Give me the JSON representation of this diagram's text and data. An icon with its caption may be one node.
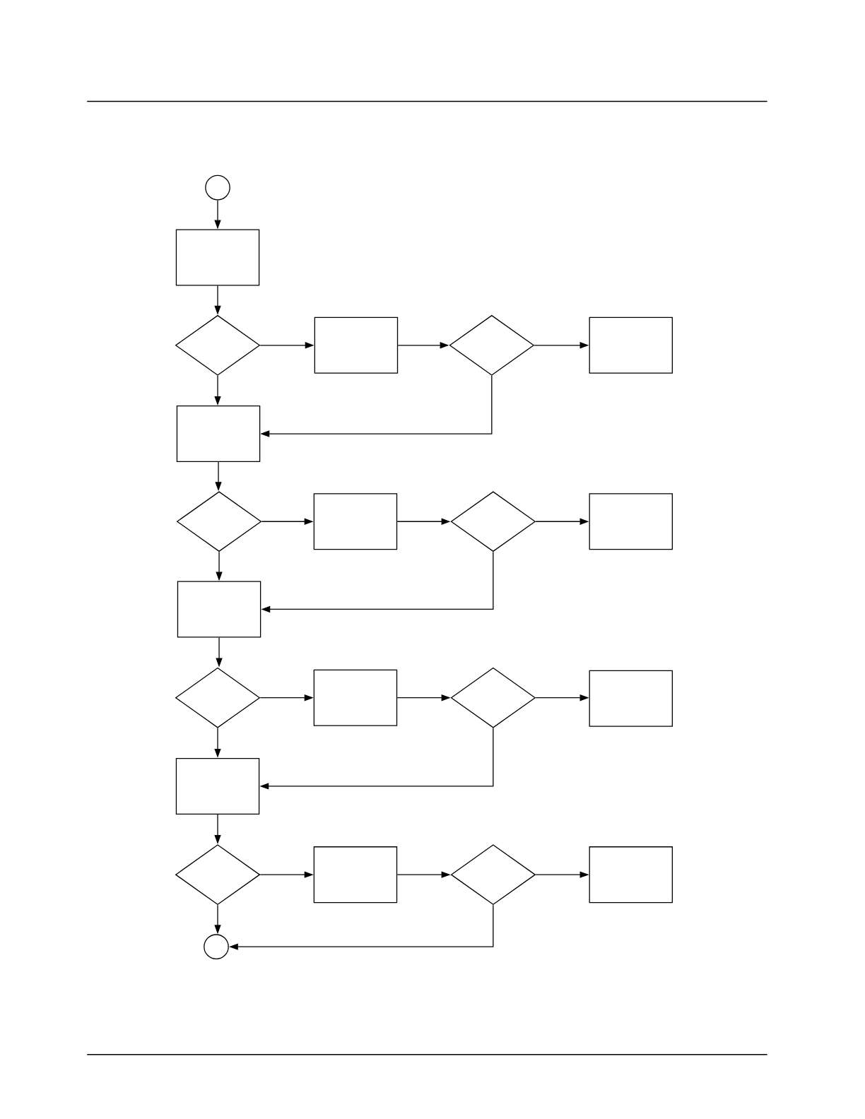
{
  "diagram": {
    "nodes": [
      {
        "text": [],
        "shape": "circle"
      },
      {
        "text": [],
        "shape": "box"
      },
      {
        "text": [],
        "shape": "diamond"
      },
      {
        "text": [],
        "shape": "box"
      },
      {
        "text": [],
        "shape": "diamond"
      },
      {
        "text": [],
        "shape": "box"
      },
      {
        "text": [],
        "shape": "box"
      },
      {
        "text": [],
        "shape": "diamond"
      },
      {
        "text": [],
        "shape": "box"
      },
      {
        "text": [],
        "shape": "diamond"
      },
      {
        "text": [],
        "shape": "box"
      },
      {
        "text": [],
        "shape": "box"
      },
      {
        "text": [],
        "shape": "diamond"
      },
      {
        "text": [],
        "shape": "box"
      },
      {
        "text": [],
        "shape": "diamond"
      },
      {
        "text": [],
        "shape": "box"
      },
      {
        "text": [],
        "shape": "box"
      },
      {
        "text": [],
        "shape": "diamond"
      },
      {
        "text": [],
        "shape": "box"
      },
      {
        "text": [],
        "shape": "diamond"
      },
      {
        "text": [],
        "shape": "box"
      },
      {
        "text": [],
        "shape": "circle"
      }
    ],
    "edges": [
      {
        "from": 0,
        "to": 1,
        "arrow": "to"
      },
      {
        "from": 1,
        "to": 2,
        "arrow": "to"
      },
      {
        "from": 2,
        "to": 3,
        "arrow": "to"
      },
      {
        "from": 3,
        "to": 4,
        "arrow": "to"
      },
      {
        "from": 4,
        "to": 5,
        "arrow": "to"
      },
      {
        "from": 2,
        "to": 6,
        "arrow": "to"
      },
      {
        "from": 4,
        "to": 6,
        "arrow": "to"
      },
      {
        "from": 6,
        "to": 7,
        "arrow": "to"
      },
      {
        "from": 7,
        "to": 8,
        "arrow": "to"
      },
      {
        "from": 8,
        "to": 9,
        "arrow": "to"
      },
      {
        "from": 9,
        "to": 10,
        "arrow": "to"
      },
      {
        "from": 7,
        "to": 11,
        "arrow": "to"
      },
      {
        "from": 9,
        "to": 11,
        "arrow": "to"
      },
      {
        "from": 11,
        "to": 12,
        "arrow": "to"
      },
      {
        "from": 12,
        "to": 13,
        "arrow": "to"
      },
      {
        "from": 13,
        "to": 14,
        "arrow": "to"
      },
      {
        "from": 14,
        "to": 15,
        "arrow": "to"
      },
      {
        "from": 12,
        "to": 16,
        "arrow": "to"
      },
      {
        "from": 14,
        "to": 16,
        "arrow": "to"
      },
      {
        "from": 16,
        "to": 17,
        "arrow": "to"
      },
      {
        "from": 17,
        "to": 18,
        "arrow": "to"
      },
      {
        "from": 18,
        "to": 19,
        "arrow": "to"
      },
      {
        "from": 19,
        "to": 20,
        "arrow": "to"
      },
      {
        "from": 17,
        "to": 21,
        "arrow": "to"
      },
      {
        "from": 19,
        "to": 21,
        "arrow": "to"
      }
    ]
  }
}
